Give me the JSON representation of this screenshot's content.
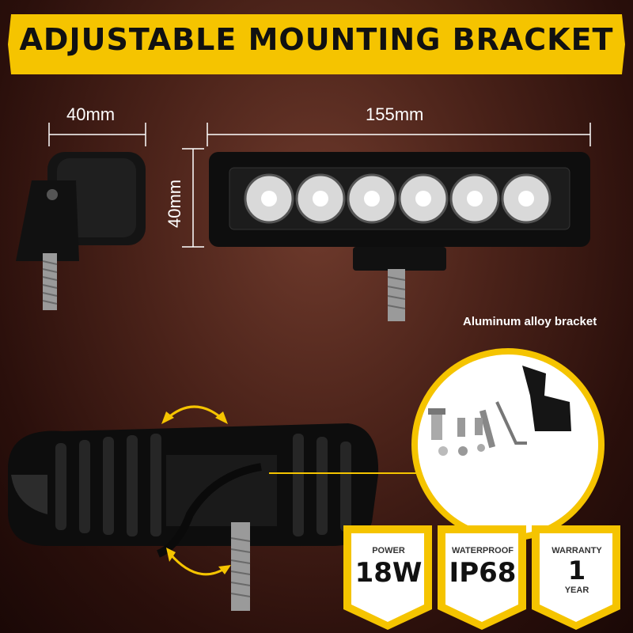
{
  "banner": {
    "title": "ADJUSTABLE MOUNTING BRACKET",
    "color": "#f5c400"
  },
  "dimensions": {
    "side_width": "40mm",
    "front_width": "155mm",
    "height": "40mm"
  },
  "callout": {
    "label": "Aluminum alloy bracket"
  },
  "badges": [
    {
      "label": "POWER",
      "value": "18W",
      "sub": ""
    },
    {
      "label": "WATERPROOF",
      "value": "IP68",
      "sub": ""
    },
    {
      "label": "WARRANTY",
      "value": "1",
      "sub": "YEAR"
    }
  ],
  "colors": {
    "accent": "#f5c400",
    "background": "#3a1610"
  }
}
